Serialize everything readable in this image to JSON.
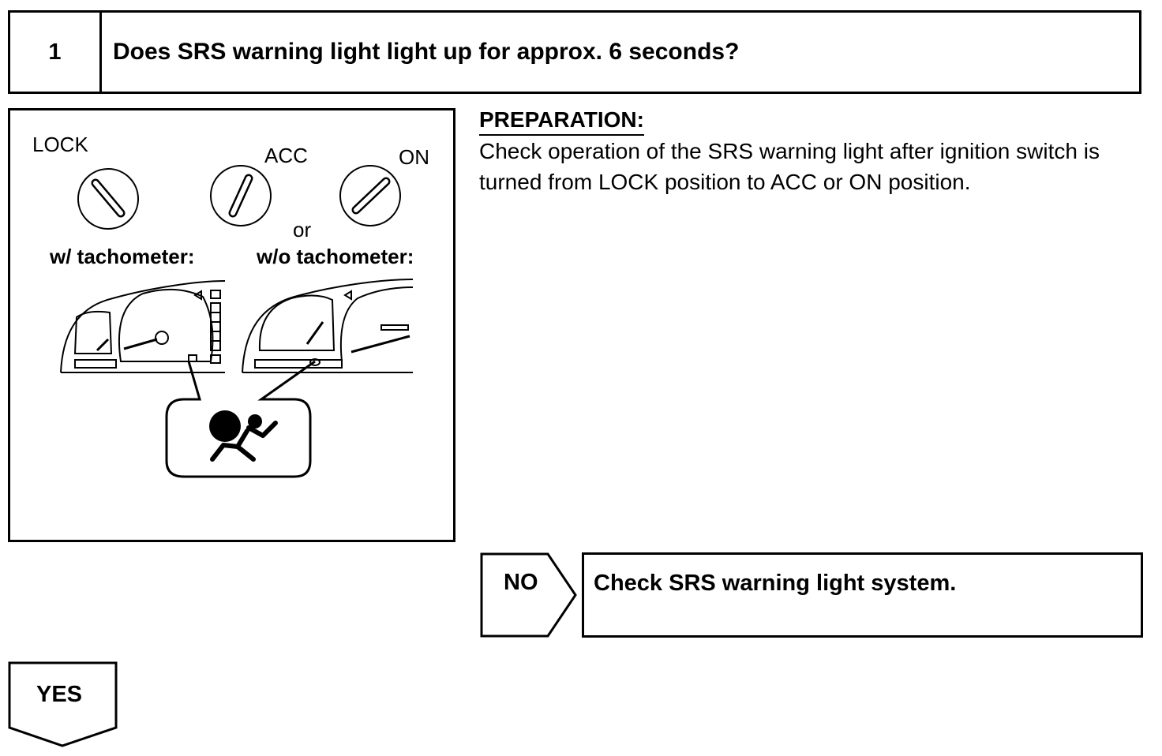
{
  "step": {
    "number": "1",
    "question": "Does SRS warning light light up for approx. 6 seconds?"
  },
  "illustration": {
    "switch_labels": {
      "lock": "LOCK",
      "acc": "ACC",
      "on": "ON"
    },
    "or_label": "or",
    "with_tachometer": "w/ tachometer:",
    "without_tachometer": "w/o tachometer:",
    "icons": [
      "ignition-key-lock-icon",
      "ignition-key-acc-icon",
      "ignition-key-on-icon",
      "combination-meter-with-tachometer-icon",
      "combination-meter-without-tachometer-icon",
      "srs-airbag-warning-icon"
    ]
  },
  "preparation": {
    "heading": "PREPARATION:",
    "text": "Check operation of the SRS warning light after ignition switch is turned from LOCK position to ACC or ON position."
  },
  "branch_no": {
    "label": "NO",
    "result": "Check SRS warning light system."
  },
  "branch_yes": {
    "label": "YES"
  }
}
